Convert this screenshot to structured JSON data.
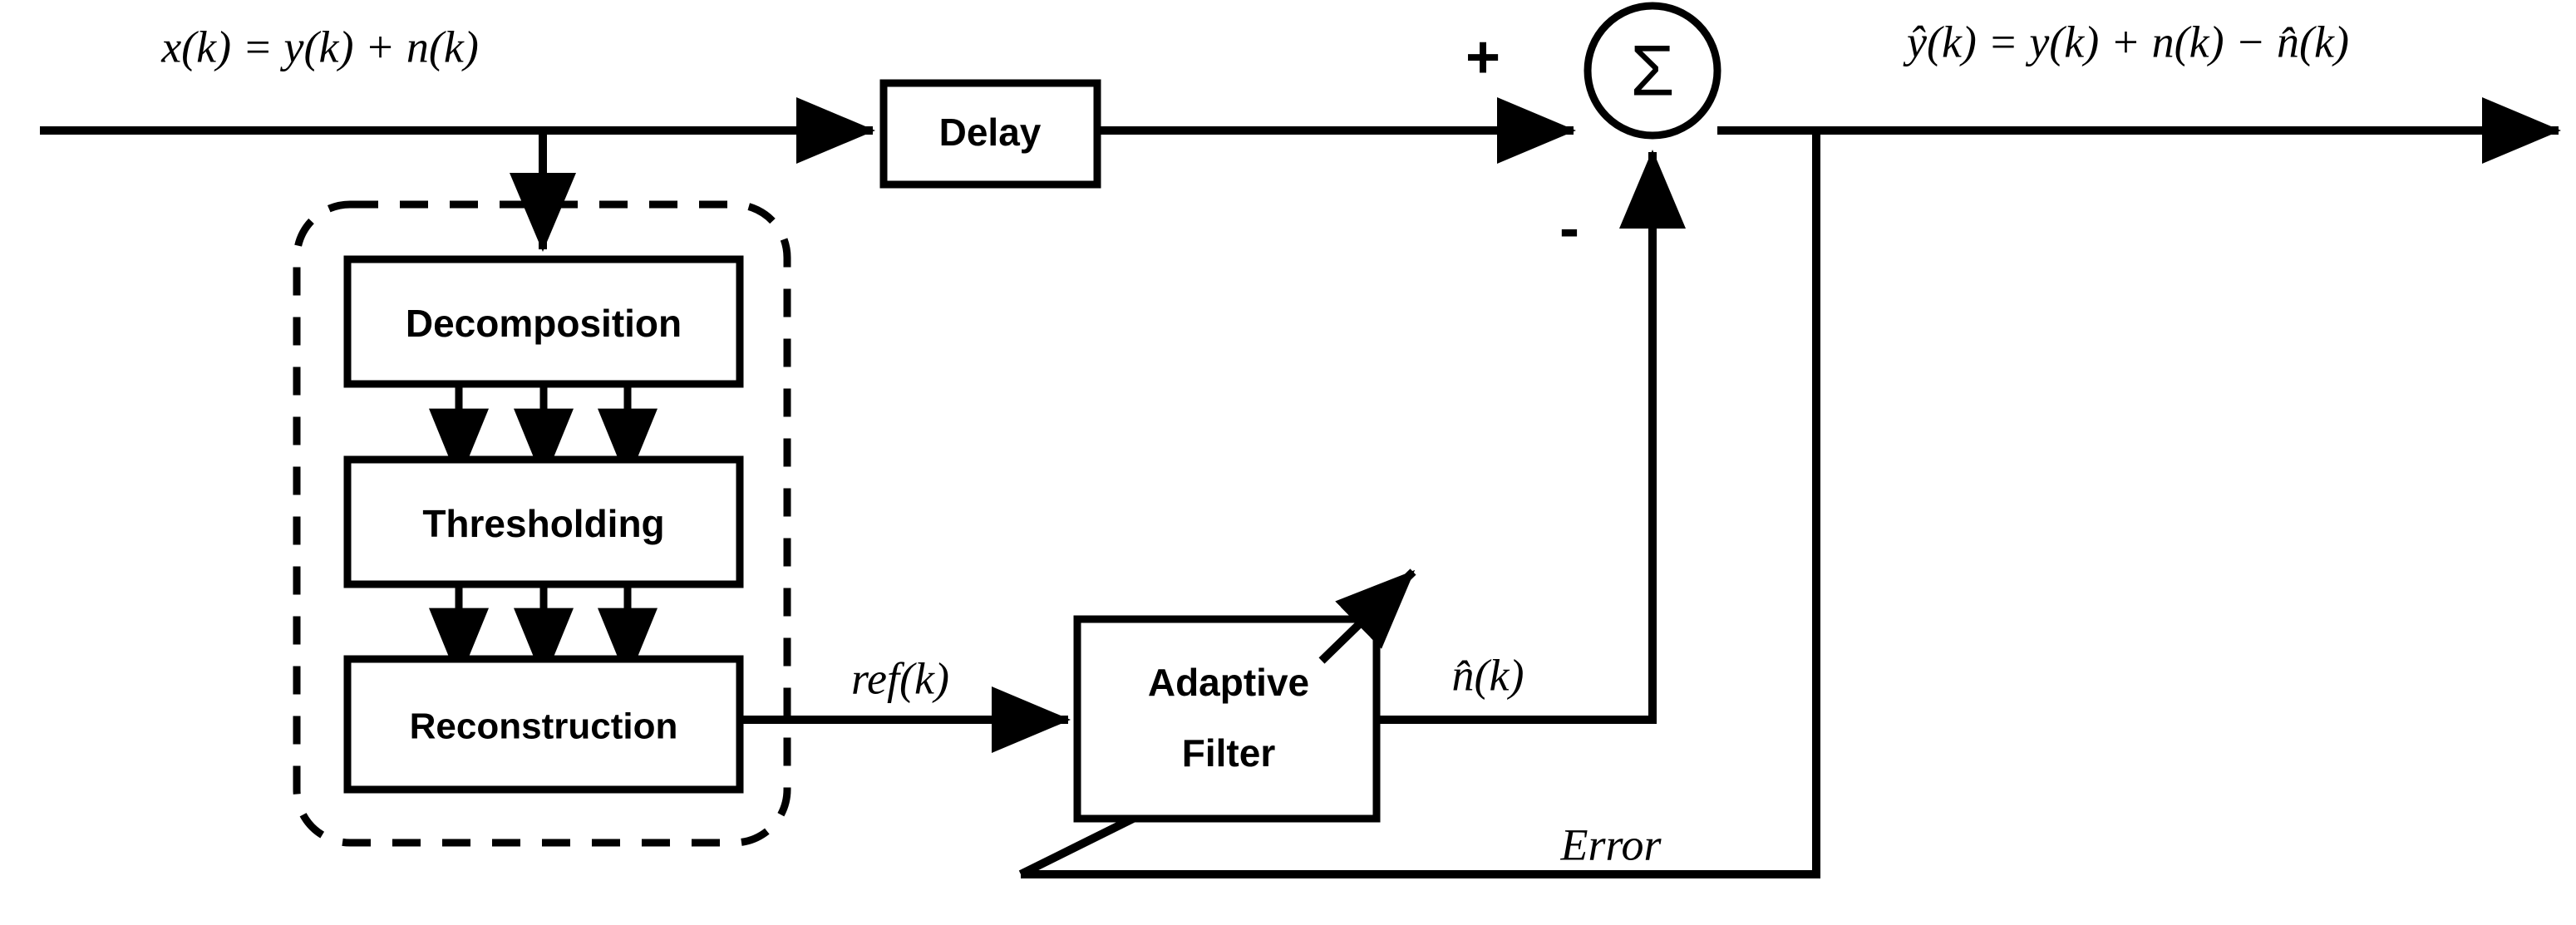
{
  "diagram": {
    "title": "Wavelet-based adaptive noise cancellation block diagram",
    "background_color": "#ffffff",
    "line_color": "#000000",
    "signals": {
      "input": "x(k) = y(k) + n(k)",
      "output": "ŷ(k) = y(k) + n(k) − n̂(k)",
      "reference": "ref(k)",
      "noise_estimate": "n̂(k)",
      "error": "Error"
    },
    "blocks": {
      "delay": "Delay",
      "decomposition": "Decomposition",
      "thresholding": "Thresholding",
      "reconstruction": "Reconstruction",
      "adaptive_filter_line1": "Adaptive",
      "adaptive_filter_line2": "Filter"
    },
    "summing_junction": {
      "symbol": "Σ",
      "plus_sign": "+",
      "minus_sign": "-"
    }
  }
}
